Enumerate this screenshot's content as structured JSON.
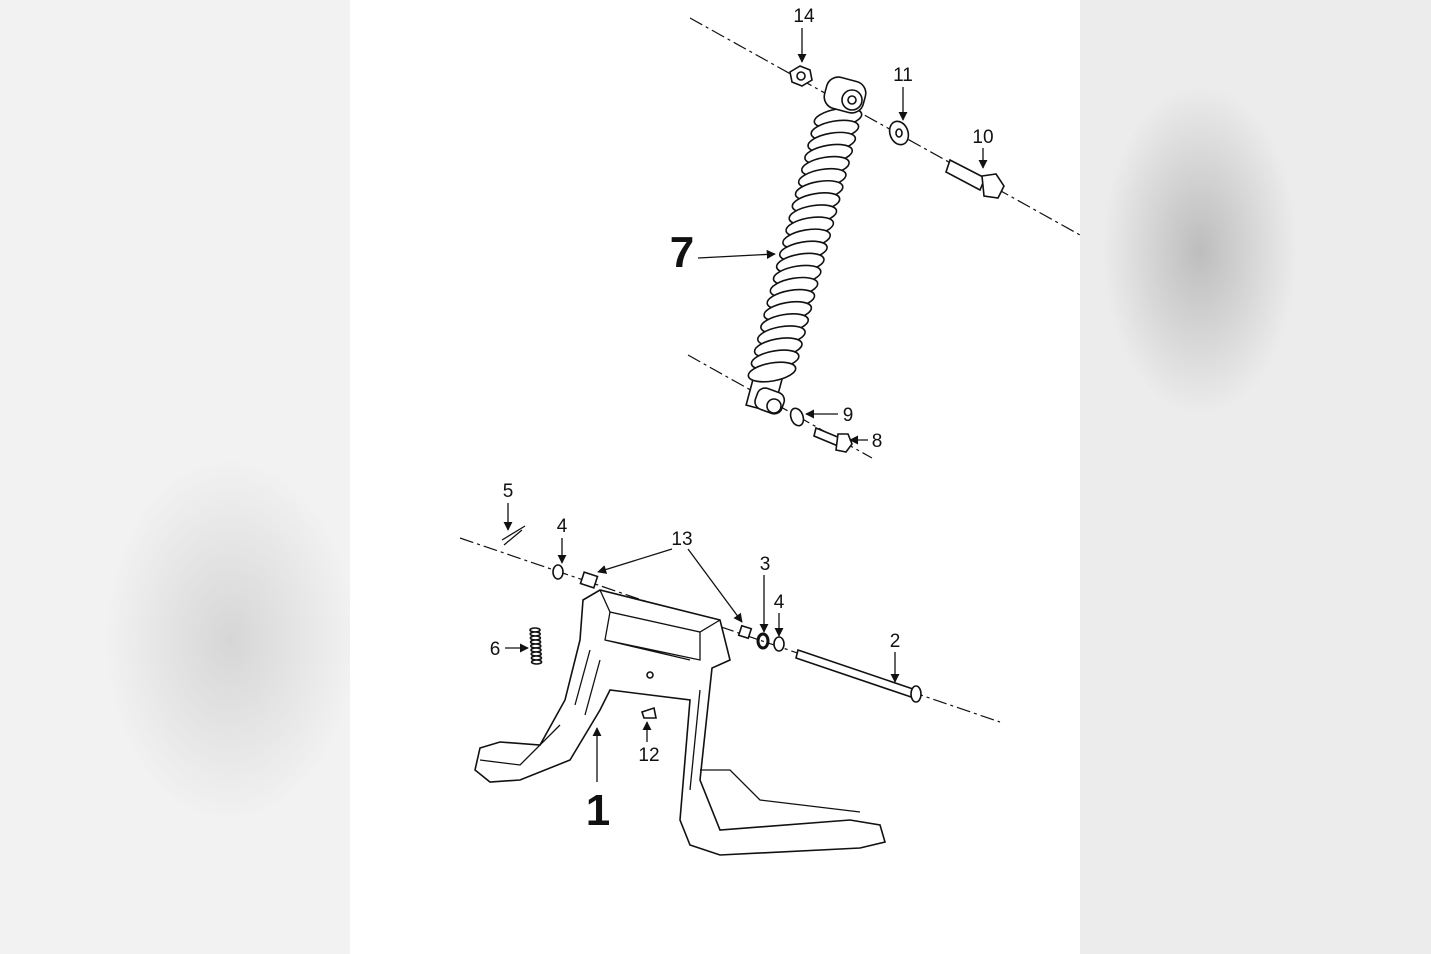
{
  "diagram": {
    "callouts": [
      {
        "id": "label-14",
        "text": "14"
      },
      {
        "id": "label-11",
        "text": "11"
      },
      {
        "id": "label-10",
        "text": "10"
      },
      {
        "id": "label-7",
        "text": "7"
      },
      {
        "id": "label-9",
        "text": "9"
      },
      {
        "id": "label-8",
        "text": "8"
      },
      {
        "id": "label-5",
        "text": "5"
      },
      {
        "id": "label-4a",
        "text": "4"
      },
      {
        "id": "label-13",
        "text": "13"
      },
      {
        "id": "label-3",
        "text": "3"
      },
      {
        "id": "label-4b",
        "text": "4"
      },
      {
        "id": "label-2",
        "text": "2"
      },
      {
        "id": "label-6",
        "text": "6"
      },
      {
        "id": "label-12",
        "text": "12"
      },
      {
        "id": "label-1",
        "text": "1"
      }
    ]
  }
}
